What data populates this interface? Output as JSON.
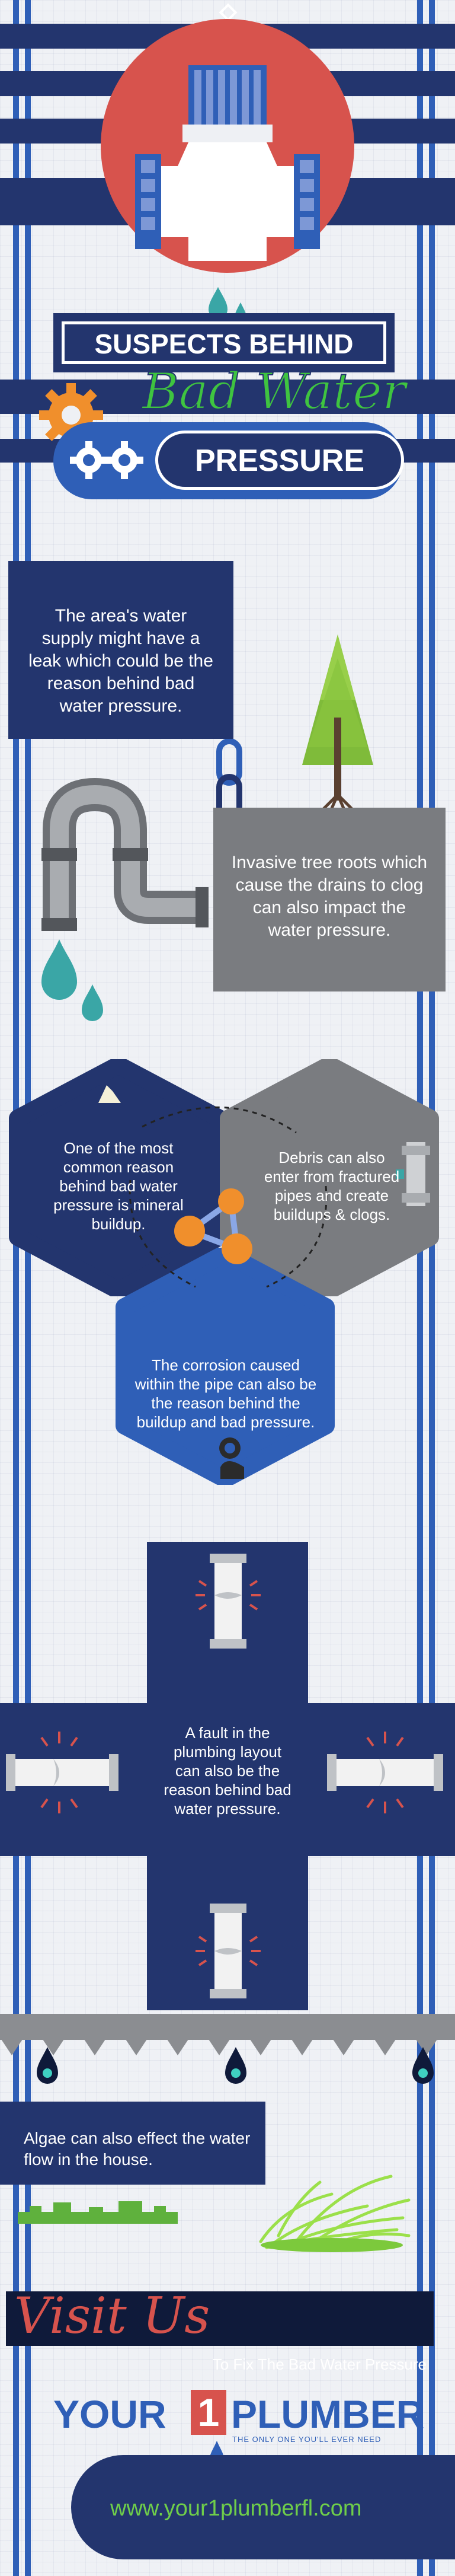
{
  "header": {
    "title_line1": "SUSPECTS BEHIND",
    "title_line2": "Bad Water",
    "title_line3": "PRESSURE"
  },
  "suspects": {
    "leak_text": "The area's water supply might have a leak which could be the reason behind bad water pressure.",
    "roots_text": "Invasive tree roots which cause the drains to clog can also impact the water pressure.",
    "mineral_text": "One of the most common reason behind bad water pressure is mineral buildup.",
    "debris_text": "Debris can also enter from fractured pipes and create buildups & clogs.",
    "corrosion_text": "The corrosion caused within the pipe can also be the reason behind the buildup and bad pressure.",
    "layout_text": "A fault in the plumbing layout can also be the reason behind bad water pressure.",
    "algae_text": "Algae can also effect the water flow in the house."
  },
  "cta": {
    "visit": "Visit Us",
    "tagline": "To Fix The Bad Water Pressure"
  },
  "brand": {
    "your": "YOUR",
    "number": "1",
    "plumber": "PLUMBER",
    "slogan": "THE ONLY ONE YOU'LL EVER NEED",
    "website": "www.your1plumberfl.com"
  },
  "colors": {
    "navy": "#23356e",
    "blue": "#2f5fb7",
    "red": "#d7534d",
    "orange": "#f08f2c",
    "gray": "#7a7c80",
    "green": "#5fb13d",
    "teal": "#3aa6a6"
  }
}
